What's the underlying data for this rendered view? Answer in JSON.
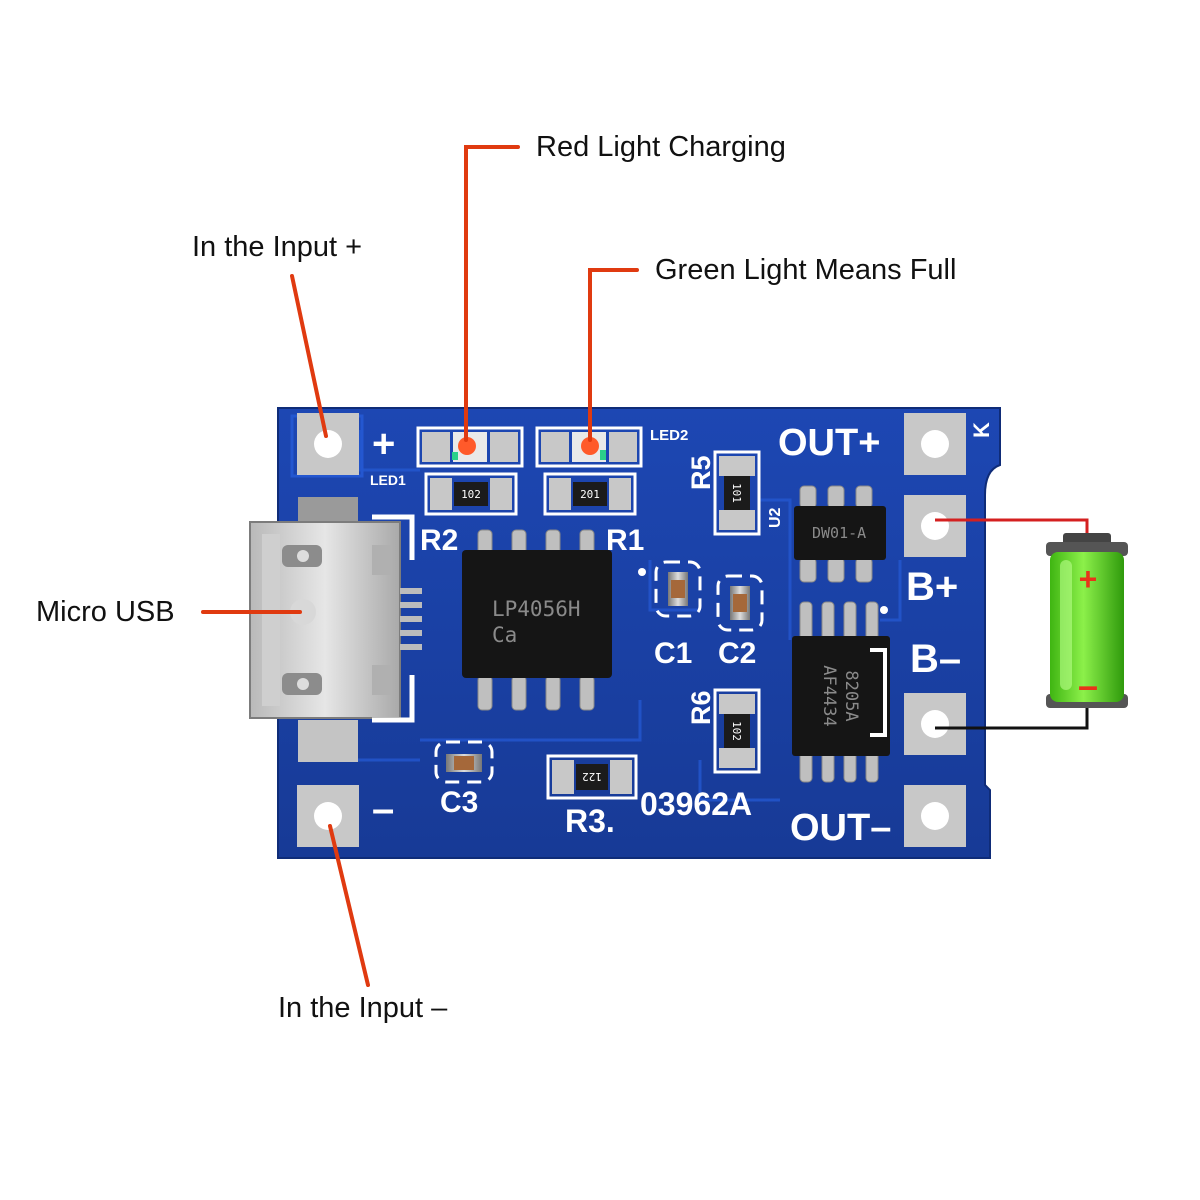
{
  "callouts": {
    "red_light": "Red Light Charging",
    "green_light": "Green Light Means Full",
    "input_plus": "In the Input +",
    "micro_usb": "Micro USB",
    "input_minus": "In the Input –"
  },
  "board": {
    "plus": "+",
    "minus": "–",
    "led1": "LED1",
    "led2": "LED2",
    "r1": "R1",
    "r2": "R2",
    "r3": "R3.",
    "r5": "R5",
    "r6": "R6",
    "c1": "C1",
    "c2": "C2",
    "c3": "C3",
    "u2": "U2",
    "k": "K",
    "out_plus": "OUT+",
    "out_minus": "OUT–",
    "b_plus": "B+",
    "b_minus": "B–",
    "board_code": "03962A",
    "main_ic": [
      "LP4056H",
      "Ca"
    ],
    "protect_ic": "DW01-A",
    "mosfet_ic": [
      "8205A",
      "AF4434"
    ],
    "r1_code": "201",
    "r2_code": "102",
    "r3_code": "122",
    "r5_code": "101",
    "r6_code": "102"
  },
  "battery": {
    "plus": "+",
    "minus": "–"
  },
  "colors": {
    "board": "#1a3fa3",
    "trace": "#1f4fc4",
    "pad": "#c8c8c8",
    "callout_line": "#e03a10",
    "battery_body": "#5fd61c",
    "battery_mark": "#e8341a",
    "wire_pos": "#d42020",
    "wire_neg": "#111111"
  }
}
